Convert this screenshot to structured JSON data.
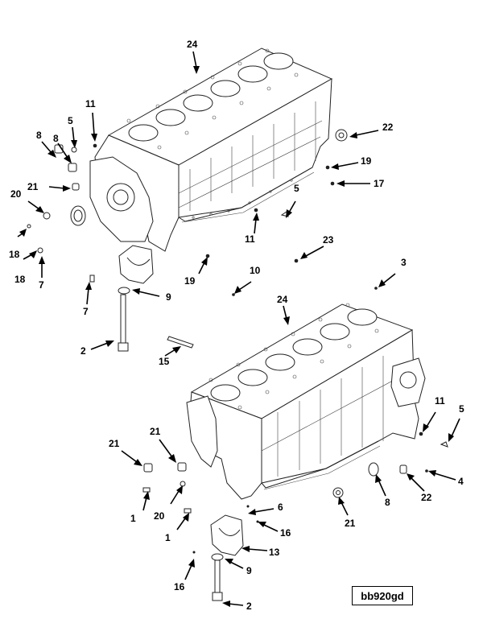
{
  "figure_code": "bb920gd",
  "upper_assembly": {
    "callouts": [
      "24",
      "11",
      "5",
      "8",
      "8",
      "21",
      "20",
      "18",
      "18",
      "7",
      "7",
      "9",
      "2",
      "15",
      "10",
      "19",
      "11",
      "5",
      "23",
      "22",
      "19",
      "17"
    ]
  },
  "lower_assembly": {
    "callouts": [
      "3",
      "24",
      "11",
      "5",
      "4",
      "22",
      "8",
      "21",
      "6",
      "16",
      "13",
      "9",
      "16",
      "2",
      "1",
      "1",
      "20",
      "21",
      "21"
    ]
  }
}
